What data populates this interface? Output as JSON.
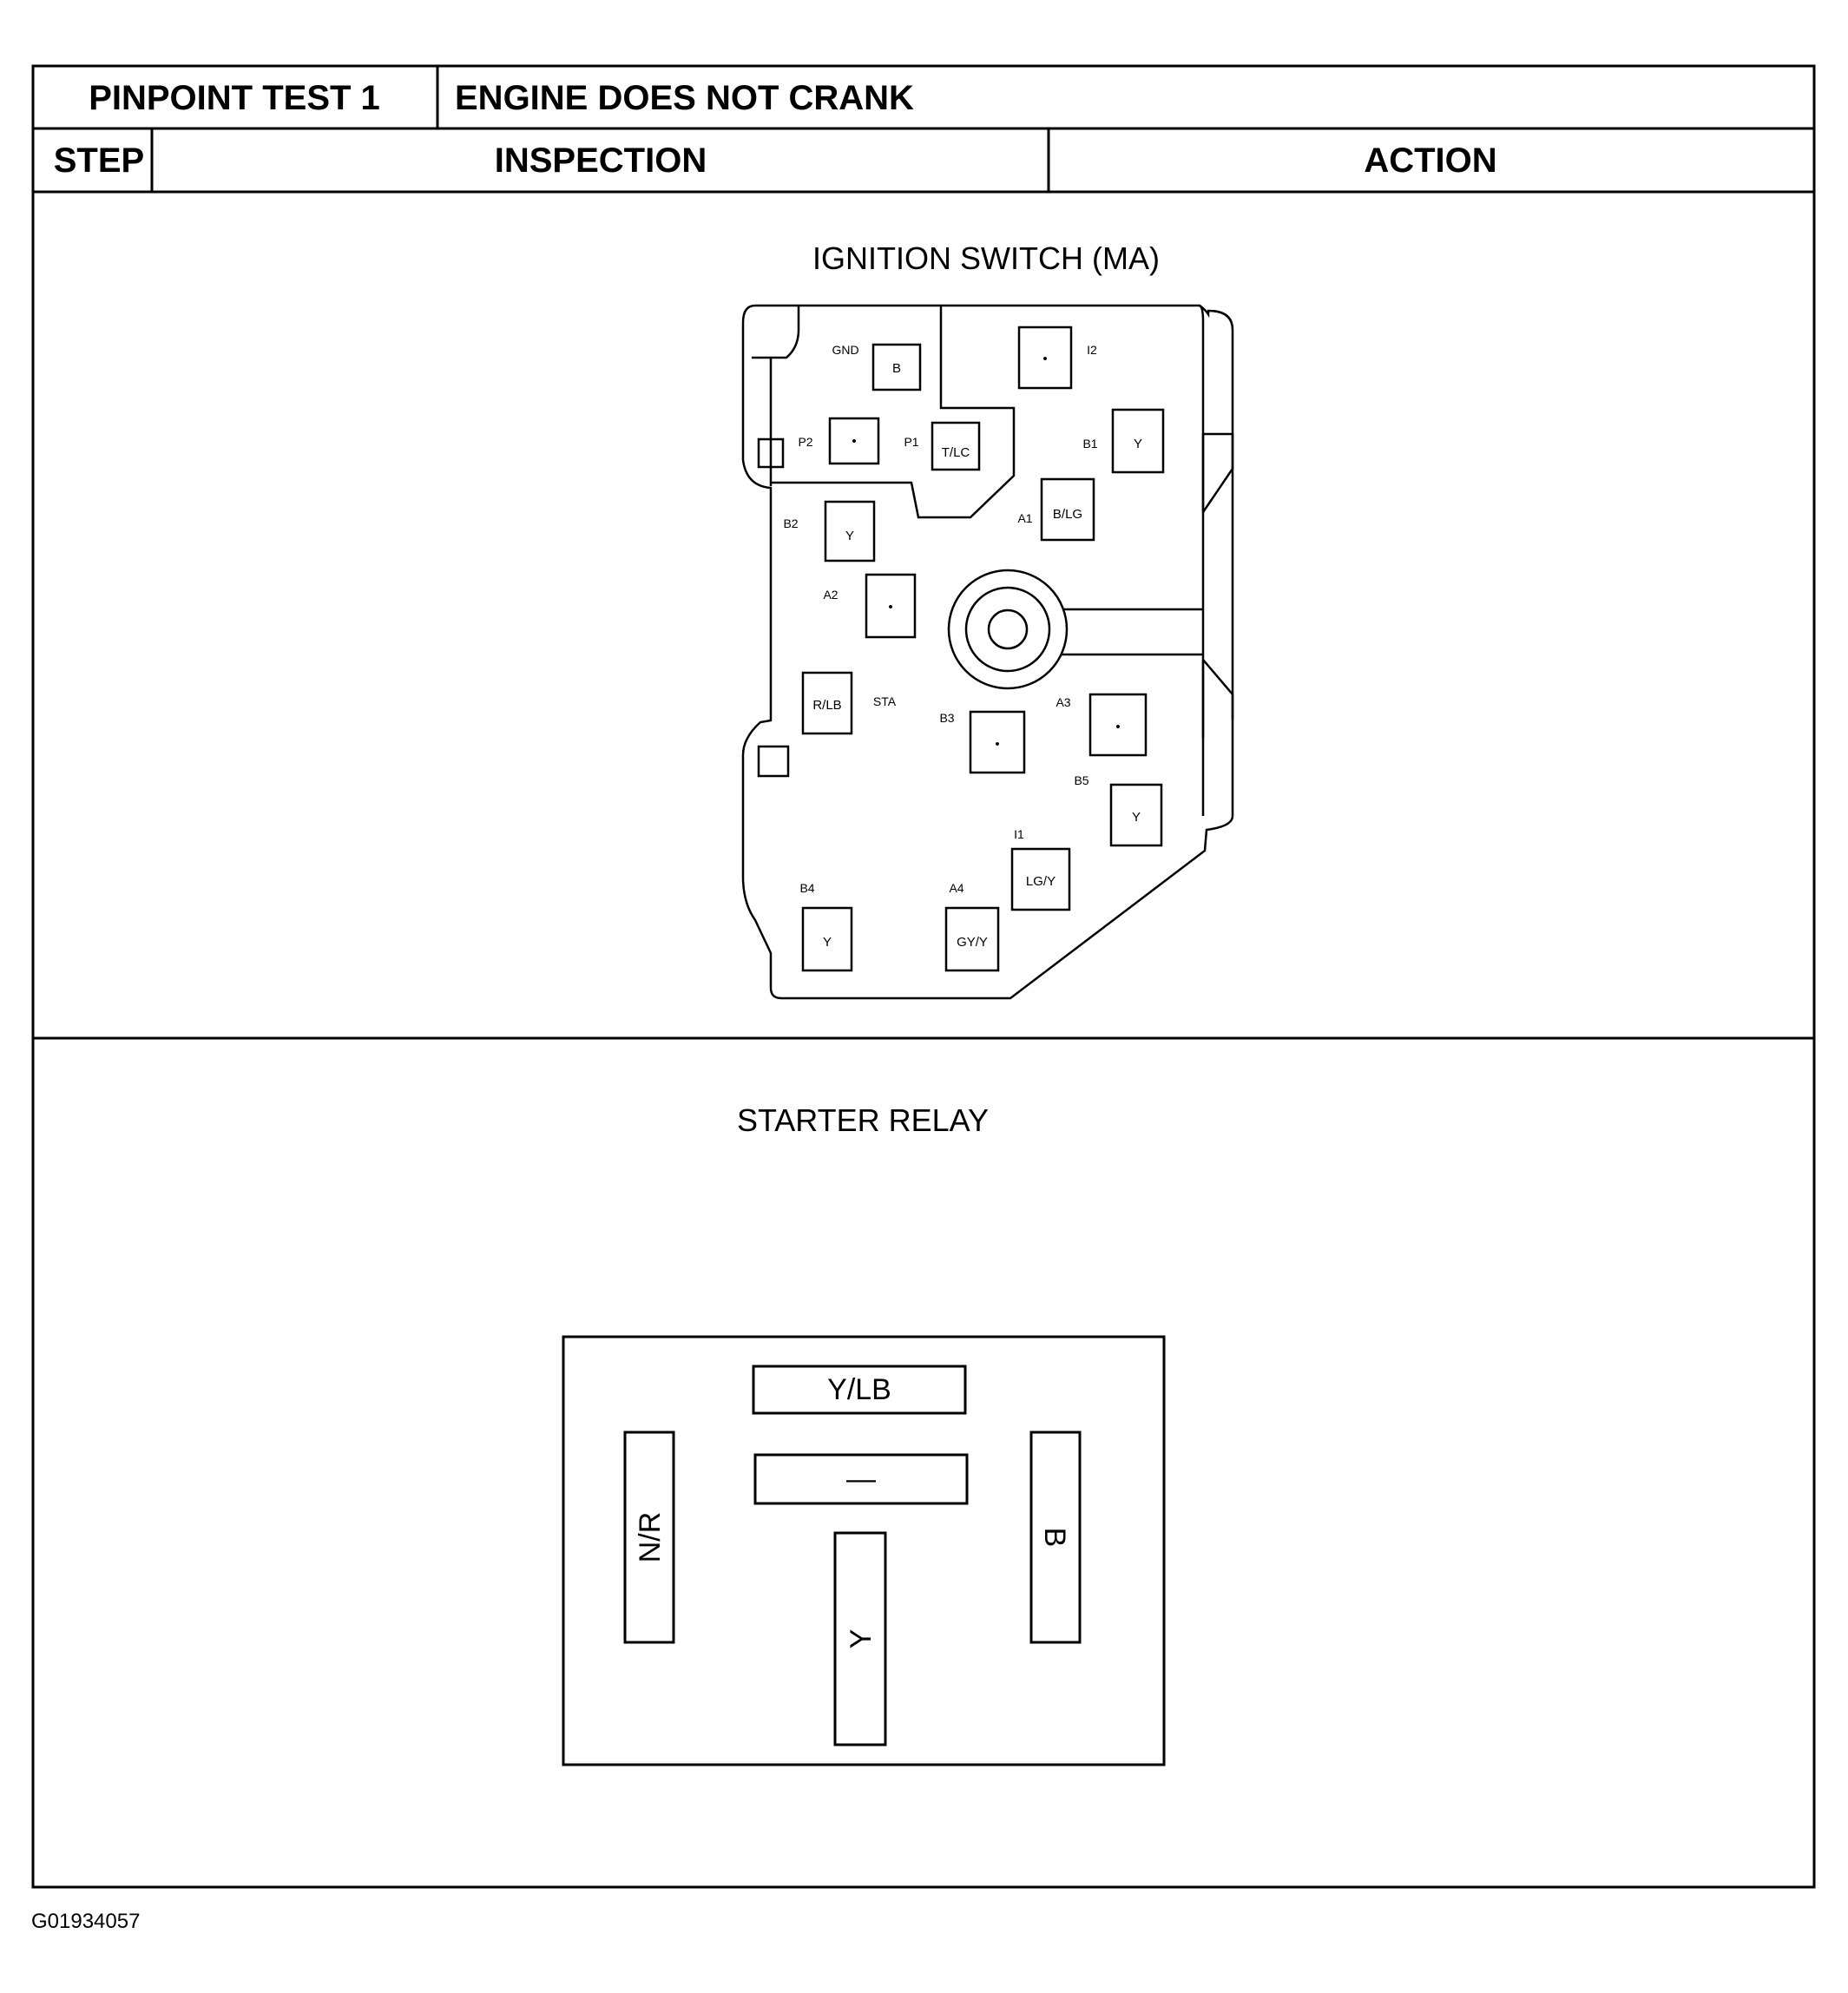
{
  "header": {
    "test_label": "PINPOINT TEST 1",
    "test_title": "ENGINE DOES NOT CRANK",
    "col_step": "STEP",
    "col_inspection": "INSPECTION",
    "col_action": "ACTION"
  },
  "ignition_switch": {
    "caption": "IGNITION SWITCH (MA)",
    "terminals": [
      {
        "id": "GND",
        "wire": "B"
      },
      {
        "id": "I2",
        "wire": "•"
      },
      {
        "id": "P2",
        "wire": "•"
      },
      {
        "id": "P1",
        "wire": "T/LC"
      },
      {
        "id": "B1",
        "wire": "Y"
      },
      {
        "id": "A1",
        "wire": "B/LG"
      },
      {
        "id": "B2",
        "wire": "Y"
      },
      {
        "id": "A2",
        "wire": "•"
      },
      {
        "id": "STA",
        "wire": "R/LB"
      },
      {
        "id": "B3",
        "wire": "•"
      },
      {
        "id": "A3",
        "wire": "•"
      },
      {
        "id": "B5",
        "wire": "Y"
      },
      {
        "id": "I1",
        "wire": "LG/Y"
      },
      {
        "id": "B4",
        "wire": "Y"
      },
      {
        "id": "A4",
        "wire": "GY/Y"
      }
    ]
  },
  "starter_relay": {
    "caption": "STARTER RELAY",
    "terminals": {
      "top": "Y/LB",
      "middle": "—",
      "left": "N/R",
      "bottom": "Y",
      "right": "B"
    }
  },
  "figure_id": "G01934057"
}
